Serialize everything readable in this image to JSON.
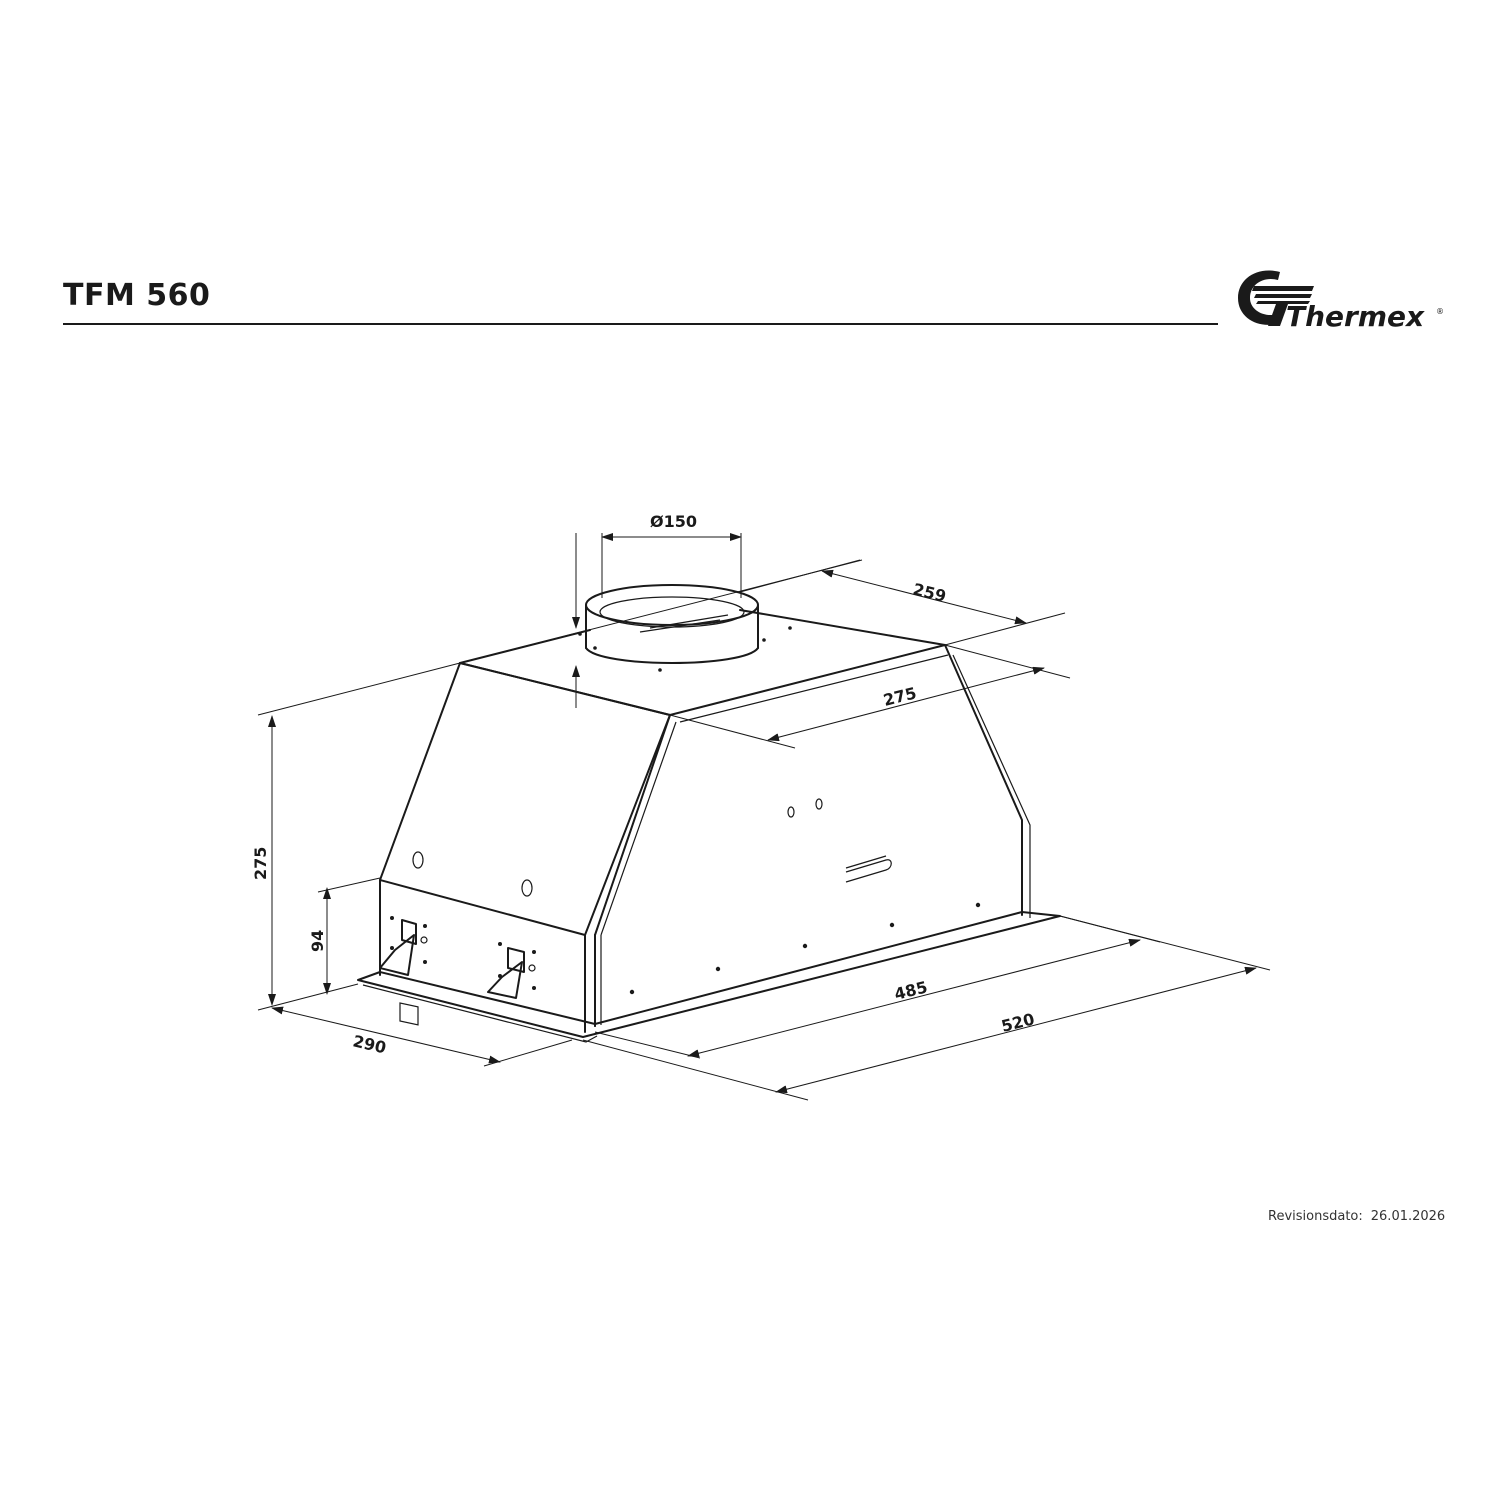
{
  "header": {
    "title": "TFM 560",
    "brand": "Thermex"
  },
  "footer": {
    "revision_label": "Revisionsdato:",
    "revision_date": "26.01.2026"
  },
  "dimensions": {
    "duct_diameter": "Ø150",
    "top_depth": "259",
    "top_width": "275",
    "total_height": "275",
    "front_height": "94",
    "depth": "290",
    "body_width": "485",
    "total_width": "520"
  },
  "colors": {
    "ink": "#1a1a1a",
    "background": "#ffffff"
  }
}
